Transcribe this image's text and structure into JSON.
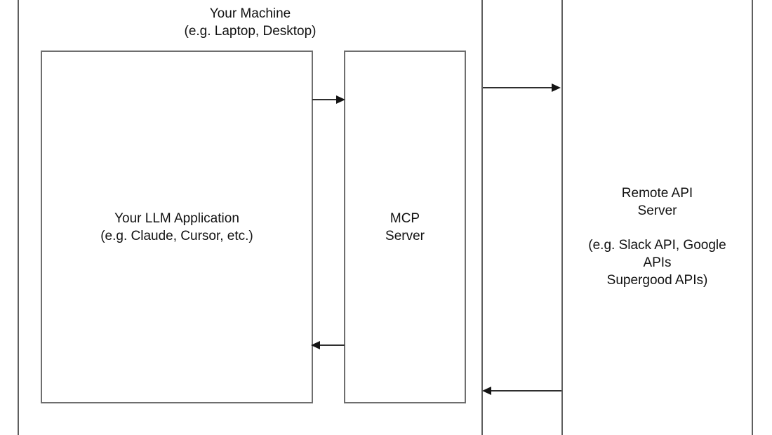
{
  "your_machine": {
    "title_line1": "Your Machine",
    "title_line2": "(e.g. Laptop, Desktop)"
  },
  "llm_app": {
    "label_line1": "Your LLM Application",
    "label_line2": "(e.g. Claude, Cursor, etc.)"
  },
  "mcp_server": {
    "label_line1": "MCP",
    "label_line2": "Server"
  },
  "remote_api_server": {
    "label_line1": "Remote API",
    "label_line2": "Server",
    "label_line3": "(e.g. Slack API, Google",
    "label_line4": "APIs",
    "label_line5": "Supergood APIs)"
  },
  "icons": {
    "llm_to_mcp": "arrow-right",
    "mcp_to_llm": "arrow-left",
    "machine_to_remote": "arrow-right",
    "remote_to_machine": "arrow-left"
  },
  "colors": {
    "background": "#ffffff",
    "lane_border": "#5f5f5f",
    "node_border": "#6e6e6e",
    "arrow": "#141414",
    "text": "#111111"
  }
}
